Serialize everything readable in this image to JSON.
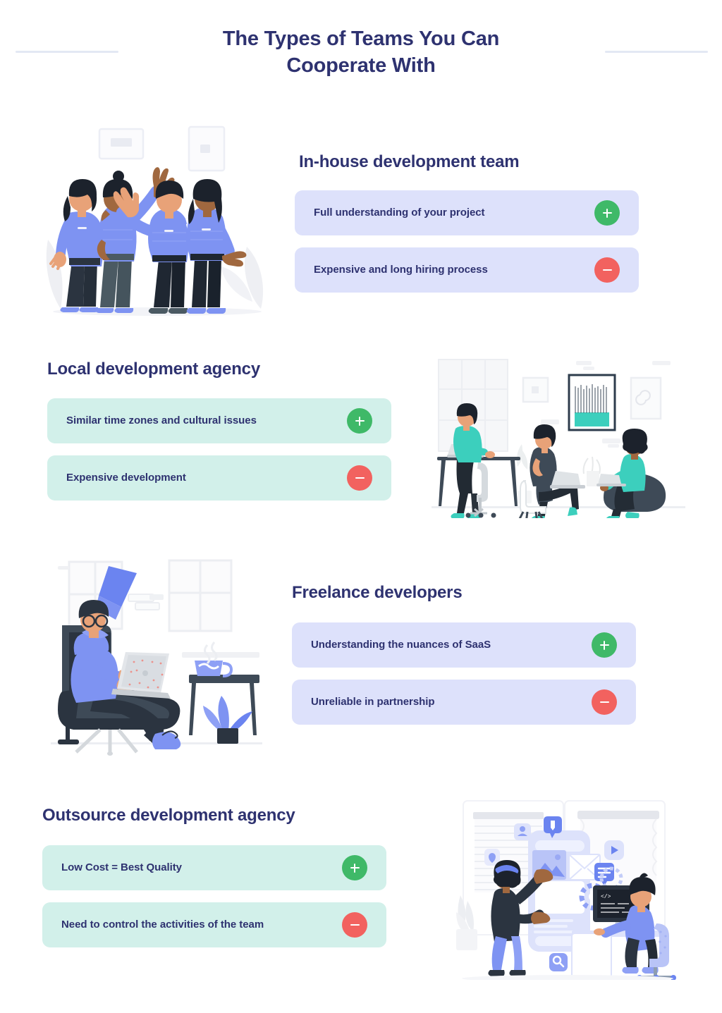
{
  "header": {
    "title_line1": "The Types of Teams You Can",
    "title_line2": "Cooperate With",
    "title_color": "#2e3270",
    "rule_color": "#e3e8f4"
  },
  "theme": {
    "background": "#ffffff",
    "lavender_card": "#dde1fb",
    "mint_card": "#d2f0ea",
    "plus_badge": "#3fb968",
    "minus_badge": "#f2625f",
    "heading_color": "#2e3270",
    "illustration_blue": "#6b84f0",
    "illustration_teal": "#3ccfbd"
  },
  "sections": [
    {
      "id": "in-house",
      "heading": "In-house development team",
      "card_theme": "lavender",
      "illustration": "team-high-five-illustration",
      "cards": [
        {
          "text": "Full understanding of your project",
          "badge": "plus",
          "badge_icon": "plus-icon"
        },
        {
          "text": "Expensive and long hiring process",
          "badge": "minus",
          "badge_icon": "minus-icon"
        }
      ]
    },
    {
      "id": "local-agency",
      "heading": "Local development agency",
      "card_theme": "mint",
      "illustration": "office-meeting-illustration",
      "cards": [
        {
          "text": "Similar time zones and cultural issues",
          "badge": "plus",
          "badge_icon": "plus-icon"
        },
        {
          "text": "Expensive development",
          "badge": "minus",
          "badge_icon": "minus-icon"
        }
      ]
    },
    {
      "id": "freelance",
      "heading": "Freelance developers",
      "card_theme": "lavender",
      "illustration": "freelancer-armchair-illustration",
      "cards": [
        {
          "text": "Understanding the nuances of SaaS",
          "badge": "plus",
          "badge_icon": "plus-icon"
        },
        {
          "text": "Unreliable in partnership",
          "badge": "minus",
          "badge_icon": "minus-icon"
        }
      ]
    },
    {
      "id": "outsource",
      "heading": "Outsource development agency",
      "card_theme": "mint",
      "illustration": "web-development-team-illustration",
      "cards": [
        {
          "text": "Low Cost = Best Quality",
          "badge": "plus",
          "badge_icon": "plus-icon"
        },
        {
          "text": "Need to control the activities of the team",
          "badge": "minus",
          "badge_icon": "minus-icon"
        }
      ]
    }
  ]
}
